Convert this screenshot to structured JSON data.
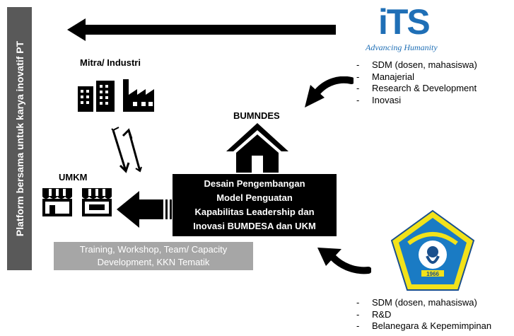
{
  "sidebar": {
    "text": "Platform bersama untuk  karya inovatif PT"
  },
  "its_logo": {
    "word": "iTS",
    "tagline": "Advancing Humanity"
  },
  "its_list": [
    "SDM (dosen, mahasiswa)",
    "Manajerial",
    "Research & Development",
    "Inovasi"
  ],
  "mitra": {
    "label": "Mitra/ Industri"
  },
  "bumndes": {
    "label": "BUMNDES"
  },
  "umkm": {
    "label": "UMKM"
  },
  "center_box": {
    "lines": [
      "Desain Pengembangan",
      "Model Penguatan",
      "Kapabilitas Leadership dan",
      "Inovasi BUMDESA dan UKM"
    ]
  },
  "training": {
    "lines": [
      "Training, Workshop, Team/ Capacity",
      "Development, KKN Tematik"
    ]
  },
  "bottom_logo": {
    "year": "1966"
  },
  "bottom_list": [
    "SDM (dosen, mahasiswa)",
    "R&D",
    "Belanegara & Kepemimpinan"
  ],
  "colors": {
    "sidebar": "#595959",
    "its_blue": "#1f6fb6",
    "training_bg": "#a6a6a6",
    "logo_yellow": "#f2e21a",
    "logo_blue": "#1a7bc4"
  }
}
